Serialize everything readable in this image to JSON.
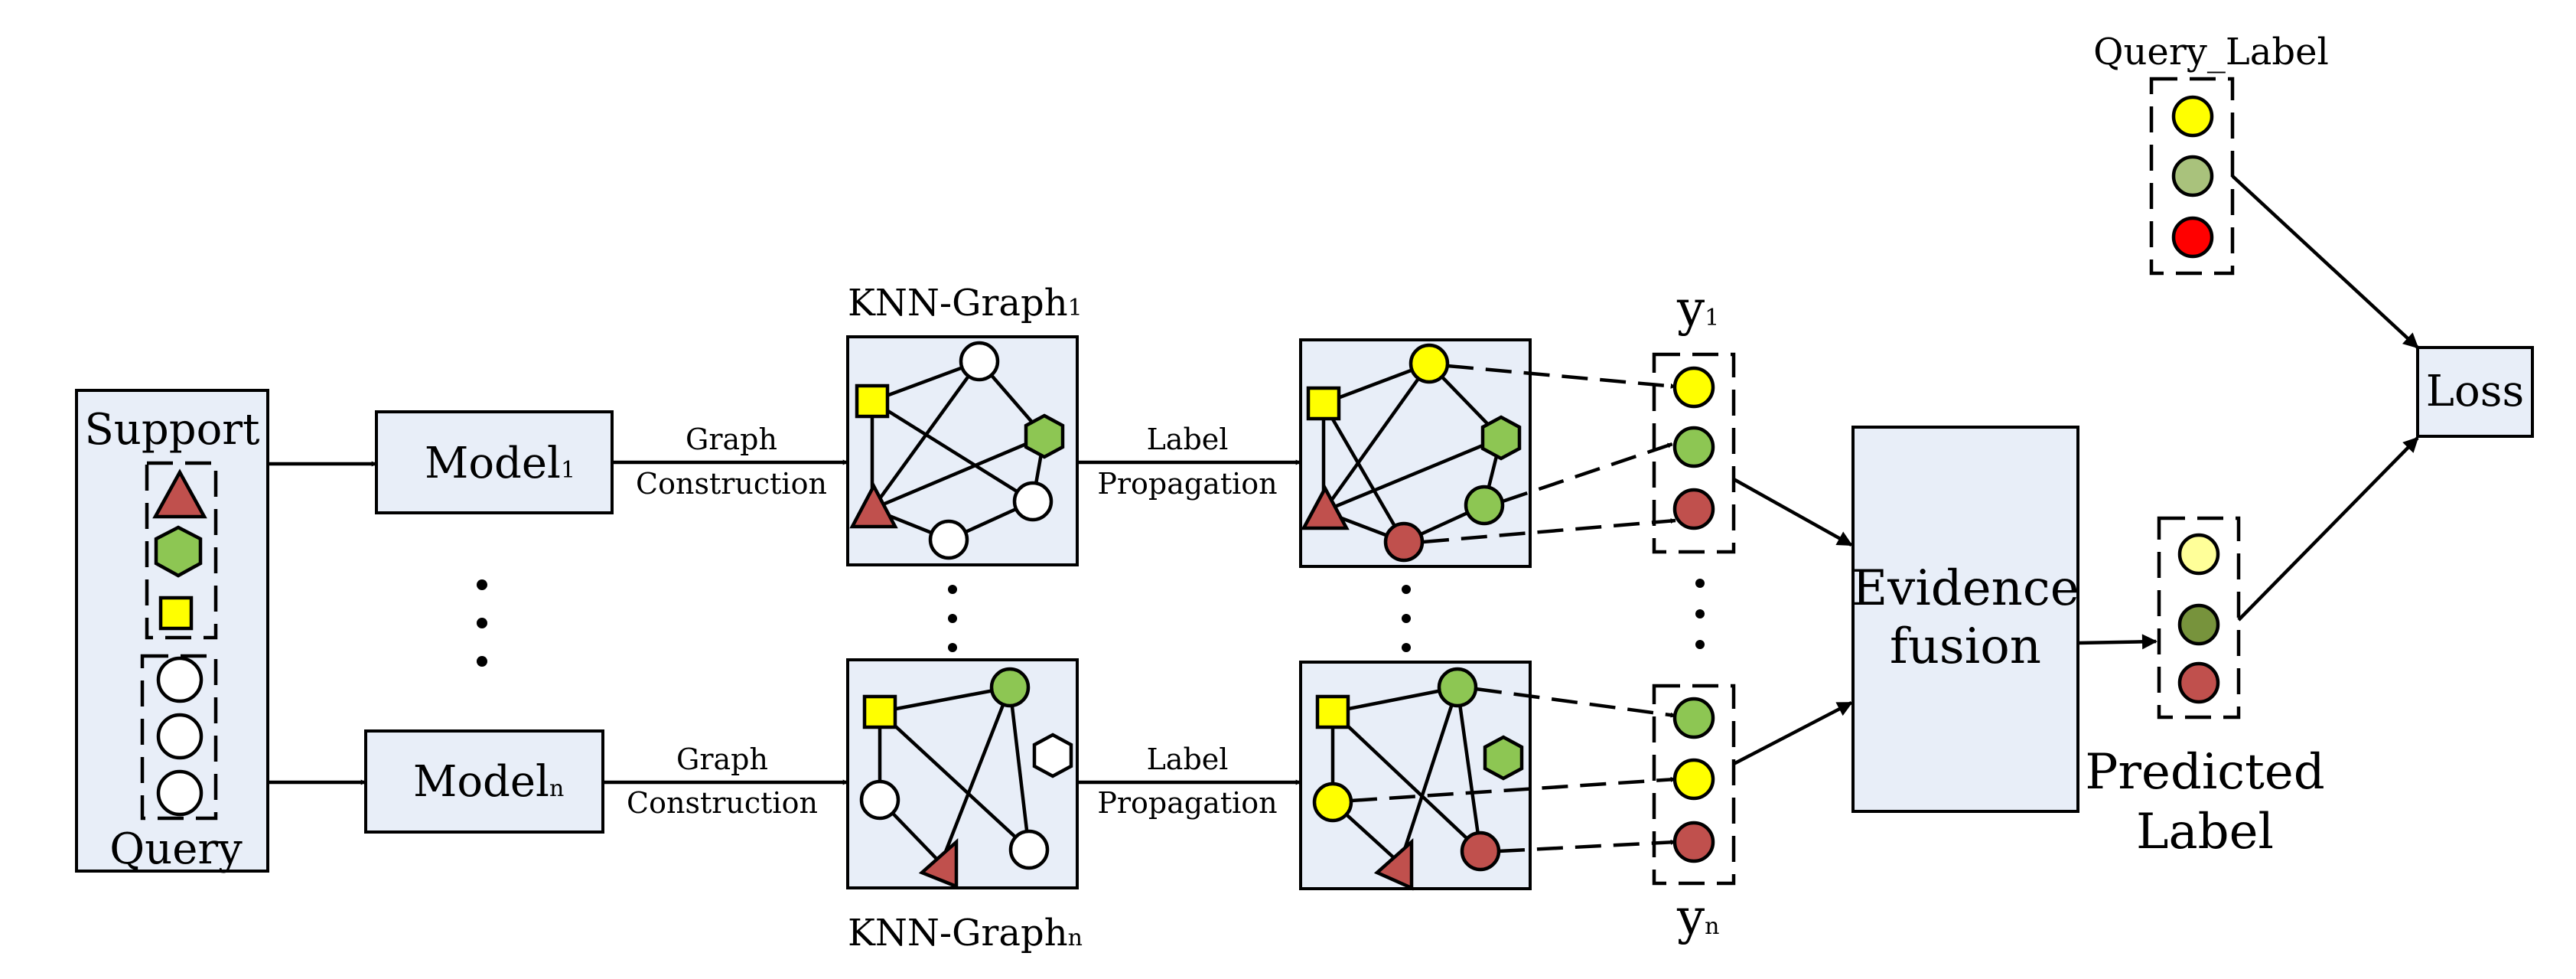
{
  "support_label": "Support",
  "query_label": "Query",
  "model_1": {
    "name": "Model",
    "sub": "1"
  },
  "model_n": {
    "name": "Model",
    "sub": "n"
  },
  "graph_construction": [
    "Graph",
    "Construction"
  ],
  "label_propagation": [
    "Label",
    "Propagation"
  ],
  "knn_graph_1": {
    "name": "KNN-Graph",
    "sub": "1"
  },
  "knn_graph_n": {
    "name": "KNN-Graph",
    "sub": "n"
  },
  "y_1": {
    "name": "y",
    "sub": "1"
  },
  "y_n": {
    "name": "y",
    "sub": "n"
  },
  "evidence_fusion": [
    "Evidence",
    "fusion"
  ],
  "query_label_title": "Query_Label",
  "predicted_label": [
    "Predicted",
    "Label"
  ],
  "loss": "Loss",
  "colors": {
    "box_fill": "#e8eef8",
    "triangle": "#c0504d",
    "hexagon": "#8dc653",
    "square": "#ffff00",
    "yellow": "#ffff00",
    "green": "#8dc653",
    "red": "#c0504d",
    "query_red": "#ff0000",
    "query_green": "#a9c27c",
    "pred_yellow": "#ffff99",
    "pred_green": "#77933c",
    "unlabeled": "#ffffff"
  }
}
